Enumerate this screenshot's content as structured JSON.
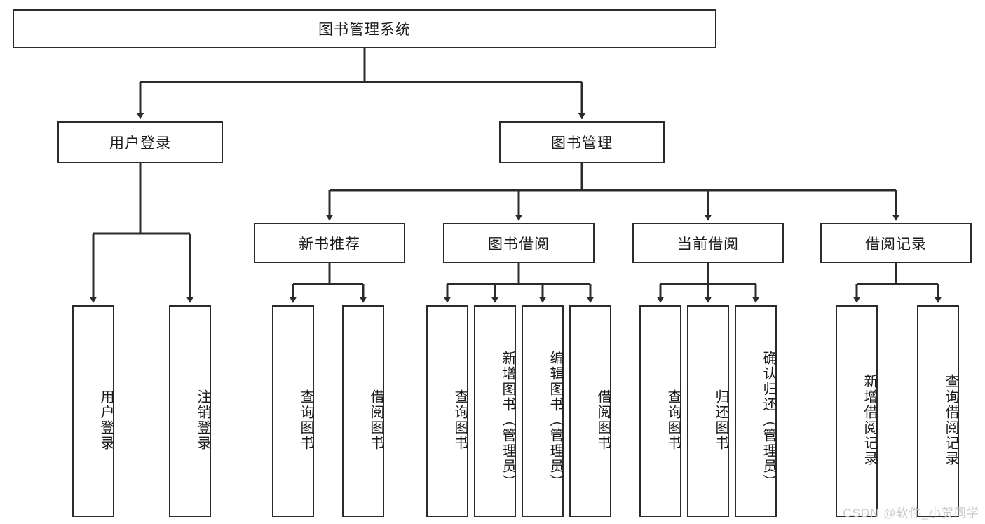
{
  "diagram": {
    "title": "图书管理系统",
    "watermark": "CSDN @软件_小贺同学",
    "line_color": "#2b2b2b",
    "text_color": "#1a1a1a",
    "background": "#ffffff",
    "watermark_color": "#c9c9c9"
  },
  "nodes": {
    "root": {
      "label": "图书管理系统"
    },
    "level2": [
      {
        "label": "用户登录"
      },
      {
        "label": "图书管理"
      }
    ],
    "level3": [
      {
        "label": "新书推荐"
      },
      {
        "label": "图书借阅"
      },
      {
        "label": "当前借阅"
      },
      {
        "label": "借阅记录"
      }
    ],
    "leaves": {
      "user_login": [
        {
          "label": "用户登录"
        },
        {
          "label": "注销登录"
        }
      ],
      "new_book": [
        {
          "label": "查询图书"
        },
        {
          "label": "借阅图书"
        }
      ],
      "book_borrow": [
        {
          "label": "查询图书"
        },
        {
          "label": "新增图书（管理员）"
        },
        {
          "label": "编辑图书（管理员）"
        },
        {
          "label": "借阅图书"
        }
      ],
      "current_borrow": [
        {
          "label": "查询图书"
        },
        {
          "label": "归还图书"
        },
        {
          "label": "确认归还（管理员）"
        }
      ],
      "borrow_record": [
        {
          "label": "新增借阅记录"
        },
        {
          "label": "查询借阅记录"
        }
      ]
    }
  }
}
